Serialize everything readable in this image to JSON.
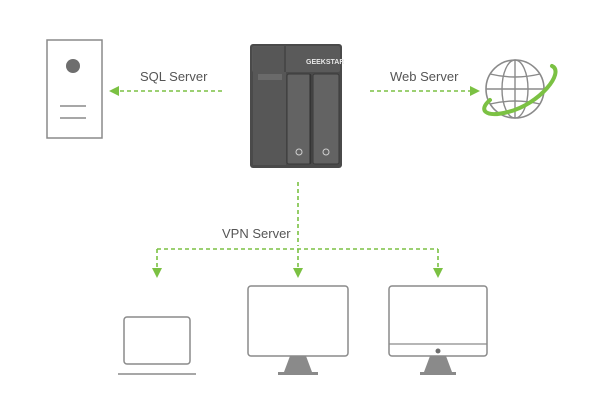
{
  "labels": {
    "sql_server": "SQL Server",
    "web_server": "Web Server",
    "vpn_server": "VPN Server"
  },
  "nas": {
    "brand": "GEEKSTAR"
  },
  "icons": {
    "database_server": "server-tower-icon",
    "nas_device": "nas-device-icon",
    "web": "globe-icon",
    "laptop": "laptop-icon",
    "monitor": "monitor-icon",
    "desktop": "imac-icon"
  },
  "colors": {
    "accent_green": "#7bc143",
    "outline_gray": "#8a8a8a",
    "label_gray": "#555555",
    "nas_body": "#4a4a4a"
  }
}
